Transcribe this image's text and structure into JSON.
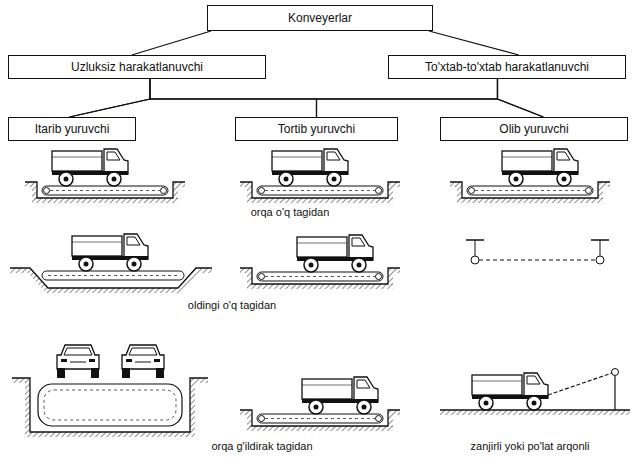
{
  "diagram": {
    "nodes": [
      {
        "text": [
          "Konveyerlar"
        ]
      },
      {
        "text": [
          "Uzluksiz harakatlanuvchi"
        ]
      },
      {
        "text": [
          "To'xtab-to'xtab harakatlanuvchi"
        ]
      },
      {
        "text": [
          "Itarib yuruvchi"
        ]
      },
      {
        "text": [
          "Tortib yuruvchi"
        ]
      },
      {
        "text": [
          "Olib yuruvchi"
        ]
      }
    ],
    "edges": [
      {
        "from": 0,
        "to": 1,
        "arrow": "none"
      },
      {
        "from": 0,
        "to": 2,
        "arrow": "none"
      },
      {
        "from": 1,
        "to": 3,
        "arrow": "none"
      },
      {
        "from": 1,
        "to": 4,
        "arrow": "none"
      },
      {
        "from": 1,
        "to": 5,
        "arrow": "none"
      },
      {
        "from": 2,
        "to": 3,
        "arrow": "none"
      },
      {
        "from": 2,
        "to": 4,
        "arrow": "none"
      },
      {
        "from": 2,
        "to": 5,
        "arrow": "none"
      }
    ],
    "labels": [
      "orqa o'q tagidan",
      "oldingi o'q tagidan",
      "orqa g'ildirak tagidan",
      "zanjirli yoki po'lat arqonli"
    ]
  }
}
